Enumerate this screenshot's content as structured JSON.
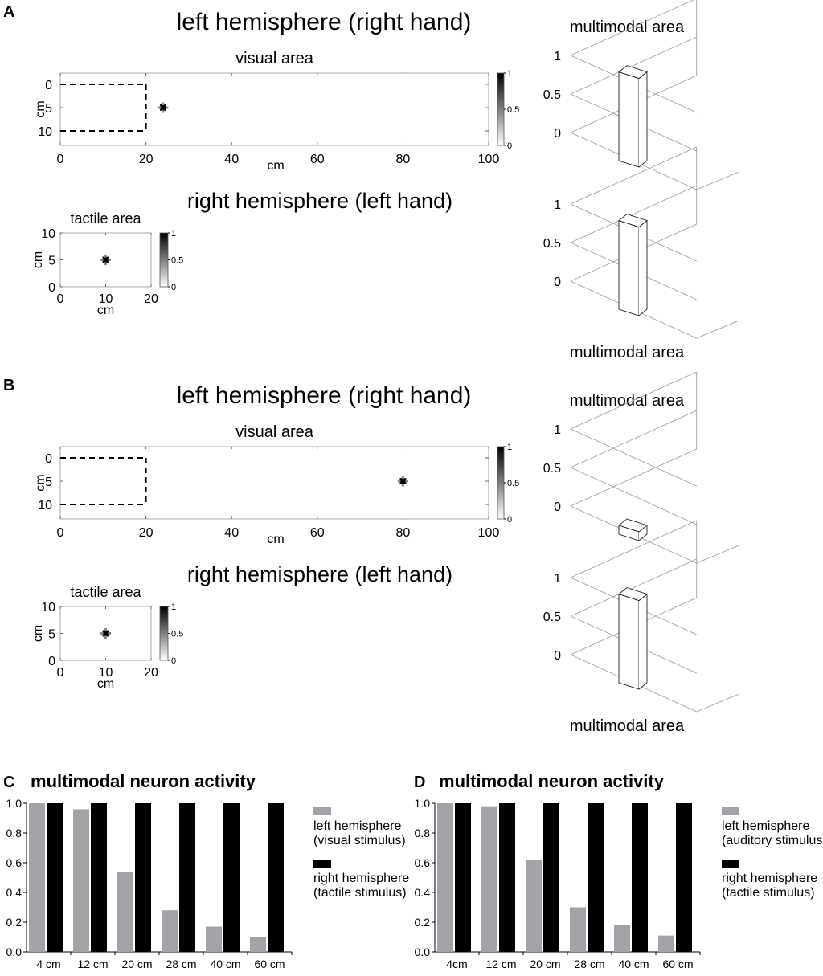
{
  "panels": {
    "A": {
      "letter": "A",
      "top_title": "left hemisphere (right hand)",
      "bottom_title": "right hemisphere (left hand)",
      "visual": {
        "title": "visual area",
        "xlabel": "cm",
        "ylabel": "cm",
        "xticks": [
          "0",
          "20",
          "40",
          "60",
          "80",
          "100"
        ],
        "yticks": [
          "0",
          "5",
          "10"
        ],
        "stimulus": {
          "x_cm": 24,
          "y_cm": 5
        },
        "colorbar_ticks": [
          "1",
          "0.5",
          "0"
        ]
      },
      "tactile": {
        "title": "tactile area",
        "xlabel": "cm",
        "ylabel": "cm",
        "xticks": [
          "0",
          "10",
          "20"
        ],
        "yticks": [
          "10",
          "5",
          "0"
        ],
        "stimulus": {
          "x_cm": 10,
          "y_cm": 5
        },
        "colorbar_ticks": [
          "1",
          "0.5",
          "0"
        ]
      },
      "multimodal_top": {
        "title": "multimodal area",
        "zticks": [
          "1",
          "0.5",
          "0"
        ],
        "activity": 1.0
      },
      "multimodal_bottom": {
        "title": "multimodal area",
        "zticks": [
          "1",
          "0.5",
          "0"
        ],
        "activity": 1.0
      }
    },
    "B": {
      "letter": "B",
      "top_title": "left hemisphere (right hand)",
      "bottom_title": "right hemisphere (left hand)",
      "visual": {
        "title": "visual area",
        "xlabel": "cm",
        "ylabel": "cm",
        "xticks": [
          "0",
          "20",
          "40",
          "60",
          "80",
          "100"
        ],
        "yticks": [
          "0",
          "5",
          "10"
        ],
        "stimulus": {
          "x_cm": 80,
          "y_cm": 5
        },
        "colorbar_ticks": [
          "1",
          "0.5",
          "0"
        ]
      },
      "tactile": {
        "title": "tactile area",
        "xlabel": "cm",
        "ylabel": "cm",
        "xticks": [
          "0",
          "10",
          "20"
        ],
        "yticks": [
          "10",
          "5",
          "0"
        ],
        "stimulus": {
          "x_cm": 10,
          "y_cm": 5
        },
        "colorbar_ticks": [
          "1",
          "0.5",
          "0"
        ]
      },
      "multimodal_top": {
        "title": "multimodal area",
        "zticks": [
          "1",
          "0.5",
          "0"
        ],
        "activity": 0.1
      },
      "multimodal_bottom": {
        "title": "multimodal area",
        "zticks": [
          "1",
          "0.5",
          "0"
        ],
        "activity": 1.0
      }
    }
  },
  "chart_data": [
    {
      "panel": "C",
      "type": "bar",
      "title": "multimodal neuron activity",
      "categories": [
        "4 cm",
        "12 cm",
        "20 cm",
        "28 cm",
        "40 cm",
        "60 cm"
      ],
      "yticks": [
        "0.0",
        "0.2",
        "0.4",
        "0.6",
        "0.8",
        "1.0"
      ],
      "ylim": [
        0,
        1
      ],
      "series": [
        {
          "name": "left hemisphere\n(visual stimulus)",
          "color": "#a3a3a7",
          "values": [
            1.0,
            0.96,
            0.54,
            0.28,
            0.17,
            0.1
          ]
        },
        {
          "name": "right hemisphere\n(tactile stimulus)",
          "color": "#000000",
          "values": [
            1.0,
            1.0,
            1.0,
            1.0,
            1.0,
            1.0
          ]
        }
      ],
      "legend": "right"
    },
    {
      "panel": "D",
      "type": "bar",
      "title": "multimodal neuron activity",
      "categories": [
        "4cm",
        "12 cm",
        "20 cm",
        "28 cm",
        "40 cm",
        "60 cm"
      ],
      "yticks": [
        "0.0",
        "0.2",
        "0.4",
        "0.6",
        "0.8",
        "1.0"
      ],
      "ylim": [
        0,
        1
      ],
      "series": [
        {
          "name": "left hemisphere\n(auditory stimulus)",
          "color": "#a3a3a7",
          "values": [
            1.0,
            0.98,
            0.62,
            0.3,
            0.18,
            0.11
          ]
        },
        {
          "name": "right hemisphere\n(tactile stimulus)",
          "color": "#000000",
          "values": [
            1.0,
            1.0,
            1.0,
            1.0,
            1.0,
            1.0
          ]
        }
      ],
      "legend": "right"
    }
  ]
}
